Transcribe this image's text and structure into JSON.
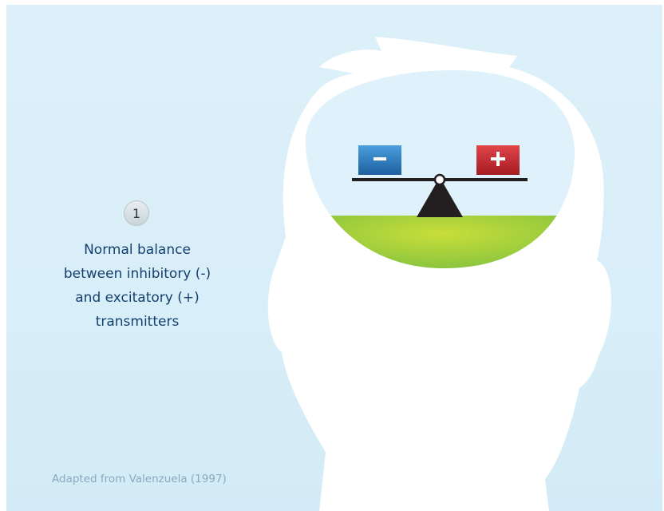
{
  "step": {
    "number": "1",
    "caption": "Normal balance\nbetween inhibitory (-)\nand excitatory (+)\ntransmitters"
  },
  "scale": {
    "minus_symbol": "−",
    "plus_symbol": "+",
    "balance_state": "level"
  },
  "credit": "Adapted from Valenzuela (1997)",
  "colors": {
    "background": "#dcf0f9",
    "head": "#ffffff",
    "inhibitory": "#2b7ec1",
    "excitatory": "#c0262d",
    "grass": "#8cc63f",
    "caption_text": "#15406e",
    "credit_text": "#8aa9bd"
  }
}
